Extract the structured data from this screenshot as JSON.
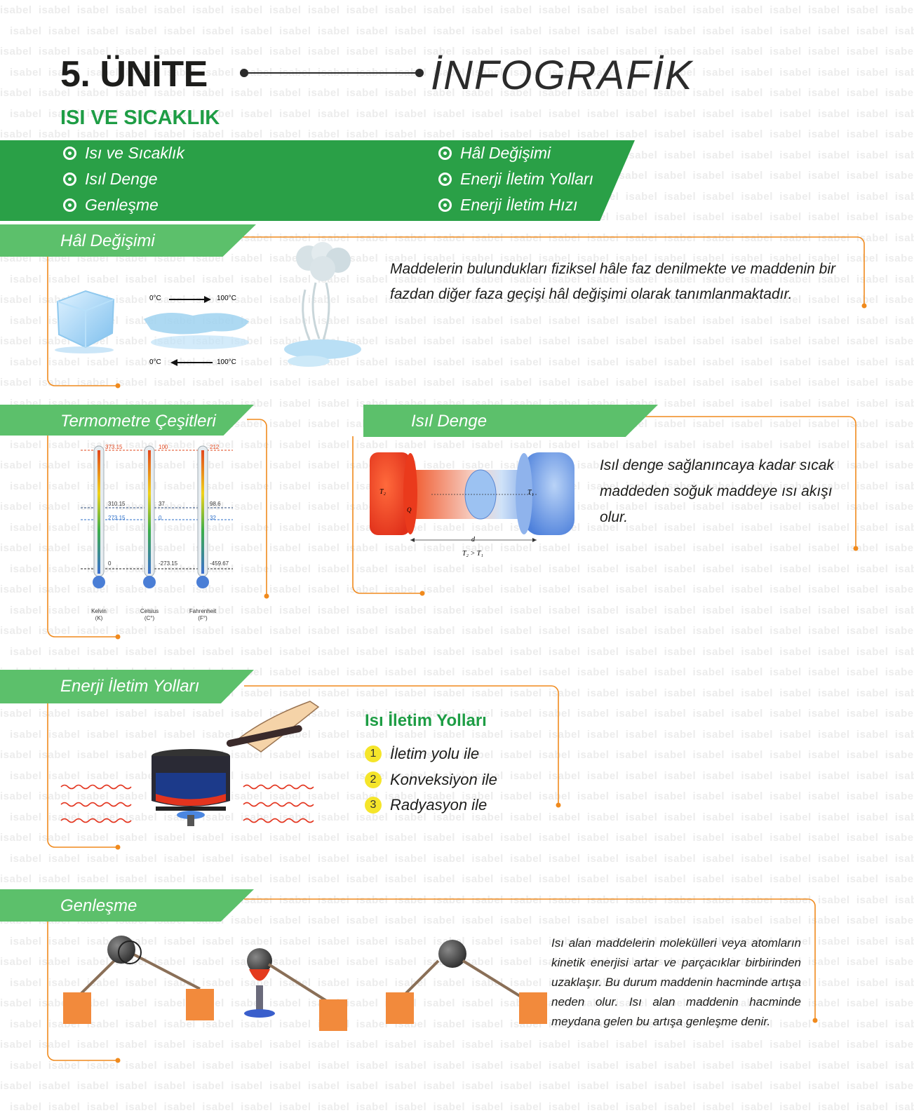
{
  "watermark": "isabel",
  "header": {
    "unit_title": "5. ÜNİTE",
    "subtitle": "İNFOGRAFİK",
    "topic": "ISI VE SICAKLIK"
  },
  "banner": {
    "left_items": [
      "Isı ve Sıcaklık",
      "Isıl Denge",
      "Genleşme"
    ],
    "right_items": [
      "Hâl Değişimi",
      "Enerji İletim Yolları",
      "Enerji İletim Hızı"
    ]
  },
  "hal": {
    "title": "Hâl Değişimi",
    "text": "Maddelerin bulundukları fiziksel hâle faz denilmekte ve maddenin bir fazdan diğer faza geçişi hâl değişimi olarak tanımlanmaktadır.",
    "arrow_top_left": "0°C",
    "arrow_top_right": "100°C",
    "arrow_bottom_left": "0°C",
    "arrow_bottom_right": "100°C"
  },
  "termometre": {
    "title": "Termometre Çeşitleri",
    "thermometers": [
      {
        "name": "Kelvin",
        "unit": "(K)",
        "values": [
          "373.15",
          "310.15",
          "273.15",
          "0"
        ]
      },
      {
        "name": "Celsius",
        "unit": "(C°)",
        "values": [
          "100",
          "37",
          "0",
          "-273.15"
        ]
      },
      {
        "name": "Fahrenheit",
        "unit": "(F°)",
        "values": [
          "212",
          "98.6",
          "32",
          "-459.67"
        ]
      }
    ]
  },
  "isil": {
    "title": "Isıl Denge",
    "text": "Isıl denge sağlanıncaya kadar sıcak maddeden soğuk maddeye ısı akışı olur.",
    "label_t2": "T₂",
    "label_t1": "T₁",
    "label_q": "Q",
    "label_d": "d",
    "label_rel": "T₂ > T₁"
  },
  "enerji": {
    "title": "Enerji İletim Yolları",
    "subtitle": "Isı İletim Yolları",
    "items": [
      {
        "num": "1",
        "label": "İletim yolu ile"
      },
      {
        "num": "2",
        "label": "Konveksiyon ile"
      },
      {
        "num": "3",
        "label": "Radyasyon ile"
      }
    ]
  },
  "genlesme": {
    "title": "Genleşme",
    "text": "Isı alan maddelerin molekülleri veya atomların kinetik enerjisi artar ve parçacıklar birbirinden uzaklaşır. Bu durum maddenin hacminde artışa neden olur. Isı alan maddenin hacminde meydana gelen bu artışa genleşme denir."
  },
  "colors": {
    "green_dark": "#2aa047",
    "green_light": "#5cc06b",
    "orange_line": "#f08a1d",
    "title_green": "#1e9d45"
  }
}
